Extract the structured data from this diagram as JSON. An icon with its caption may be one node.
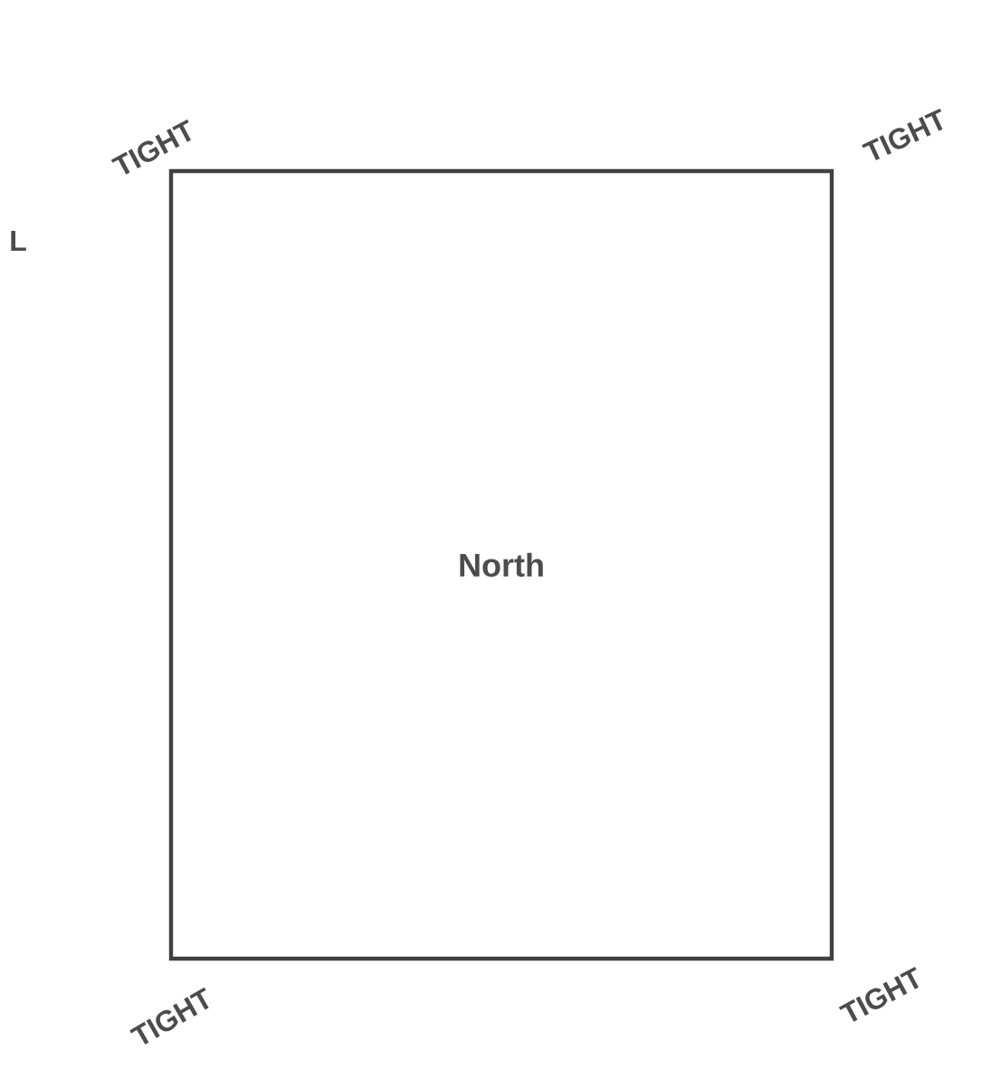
{
  "diagram": {
    "nodes": [
      {
        "text": [
          "North"
        ]
      }
    ],
    "labels": [
      "TIGHT",
      "TIGHT",
      "L",
      "TIGHT",
      "TIGHT"
    ]
  }
}
